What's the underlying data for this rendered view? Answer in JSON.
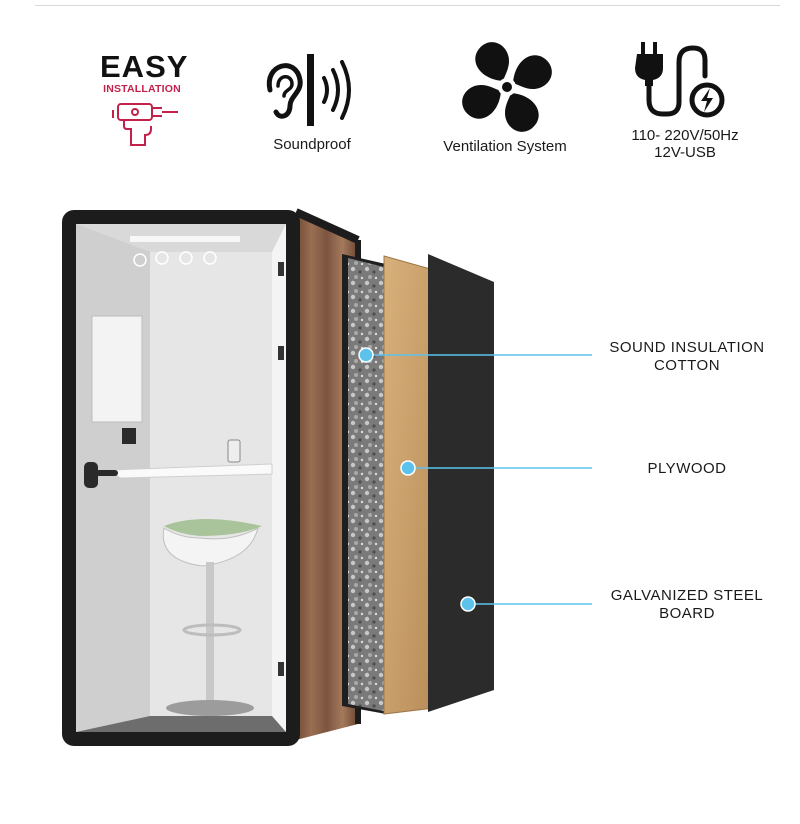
{
  "features": {
    "easy_title": "EASY",
    "easy_subtitle": "INSTALLATION",
    "soundproof": "Soundproof",
    "ventilation": "Ventilation System",
    "power_line1": "110- 220V/50Hz",
    "power_line2": "12V-USB"
  },
  "layers": [
    {
      "line1": "SOUND INSULATION",
      "line2": "COTTON"
    },
    {
      "line1": "PLYWOOD"
    },
    {
      "line1": "GALVANIZED STEEL",
      "line2": "BOARD"
    }
  ],
  "colors": {
    "brand_red": "#c4214a",
    "callout_blue": "#5bc3eb",
    "frame": "#1c1c1c",
    "wood": "#8a6046",
    "plywood": "#c99e68",
    "steel": "#2b2b2b"
  },
  "icons": [
    "drill-icon",
    "ear-icon",
    "sound-waves-icon",
    "fan-icon",
    "plug-icon",
    "lightning-icon"
  ]
}
